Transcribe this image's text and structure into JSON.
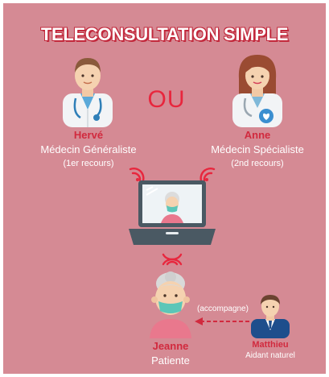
{
  "title": "TELECONSULTATION SIMPLE",
  "connector": "OU",
  "doctor_general": {
    "name": "Hervé",
    "role": "Médecin Généraliste",
    "detail": "(1er recours)"
  },
  "doctor_specialist": {
    "name": "Anne",
    "role": "Médecin Spécialiste",
    "detail": "(2nd recours)"
  },
  "patient": {
    "name": "Jeanne",
    "role": "Patiente"
  },
  "caregiver": {
    "name": "Matthieu",
    "role": "Aidant naturel",
    "relation": "(accompagne)"
  },
  "icons": [
    "doctor-male-icon",
    "doctor-female-icon",
    "laptop-icon",
    "wifi-icon",
    "patient-icon",
    "caregiver-icon"
  ],
  "colors": {
    "background": "#d58a94",
    "accent": "#e8263d",
    "name": "#d12a3e"
  }
}
